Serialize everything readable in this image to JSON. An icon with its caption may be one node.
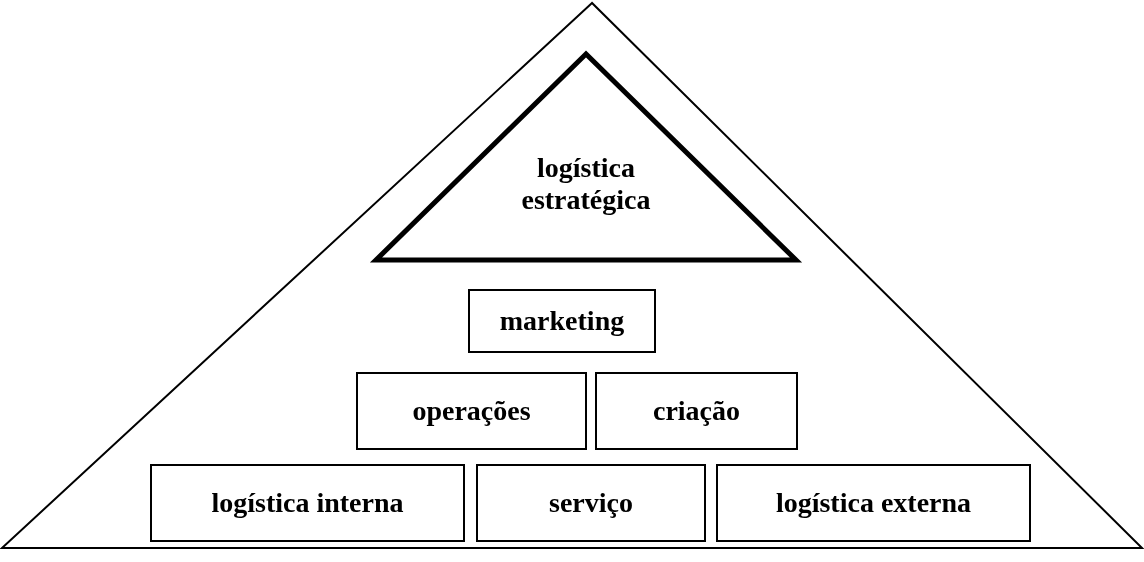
{
  "diagram": {
    "nodes": [
      {
        "text": [],
        "shape": "triangle"
      },
      {
        "text": [
          "logística estratégica"
        ],
        "in": 0
      },
      {
        "text": [
          "marketing"
        ],
        "in": 0
      },
      {
        "text": [
          "operações"
        ],
        "in": 0
      },
      {
        "text": [
          "criação"
        ],
        "in": 0
      },
      {
        "text": [
          "logística interna"
        ],
        "in": 0
      },
      {
        "text": [
          "serviço"
        ],
        "in": 0
      },
      {
        "text": [
          "logística externa"
        ],
        "in": 0
      }
    ]
  }
}
